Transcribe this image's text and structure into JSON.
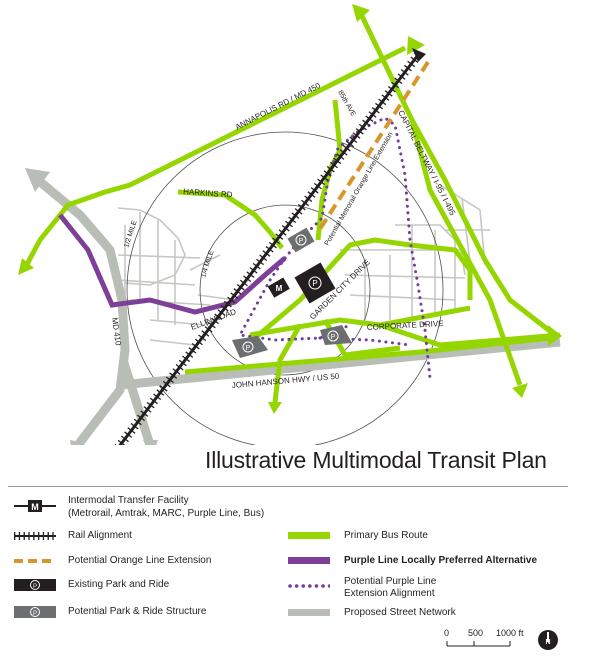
{
  "title": "Illustrative Multimodal Transit Plan",
  "map_labels": {
    "annapolis": "ANNAPOLIS RD / MD 450",
    "beltway": "CAPITAL BELTWAY / I-95 / I-495",
    "ave85": "85th AVE",
    "orange_ext": "Potential Metrorail Orange Line Extension",
    "harkins": "HARKINS RD",
    "half_mile": "1/2 MILE",
    "quarter_mile": "1/4 MILE",
    "ellin": "ELLIN ROAD",
    "garden_city": "GARDEN CITY DRIVE",
    "corporate": "CORPORATE DRIVE",
    "md410": "MD 410",
    "hanson": "JOHN HANSON HWY / US 50",
    "parking_symbol": "P",
    "metro_symbol": "M"
  },
  "legend": {
    "transfer_line1": "Intermodal Transfer Facility",
    "transfer_line2": "(Metrorail, Amtrak, MARC, Purple Line, Bus)",
    "rail": "Rail Alignment",
    "orange": "Potential Orange Line Extension",
    "existing_pr": "Existing Park and Ride",
    "potential_pr": "Potential Park & Ride Structure",
    "bus": "Primary Bus Route",
    "purple_lpa": "Purple Line Locally Preferred Alternative",
    "purple_ext_line1": "Potential Purple Line",
    "purple_ext_line2": "Extension Alignment",
    "street": "Proposed Street Network"
  },
  "scale": {
    "zero": "0",
    "mid": "500",
    "end": "1000 ft",
    "north": "N"
  },
  "colors": {
    "bus_green": "#95d600",
    "purple_solid": "#7e3f98",
    "purple_dots": "#6d3fa0",
    "orange": "#d9962b",
    "street_gray": "#b8bdb5",
    "street_network": "#c4c8c2",
    "park_dark": "#231f20",
    "park_gray": "#6d6e70"
  }
}
